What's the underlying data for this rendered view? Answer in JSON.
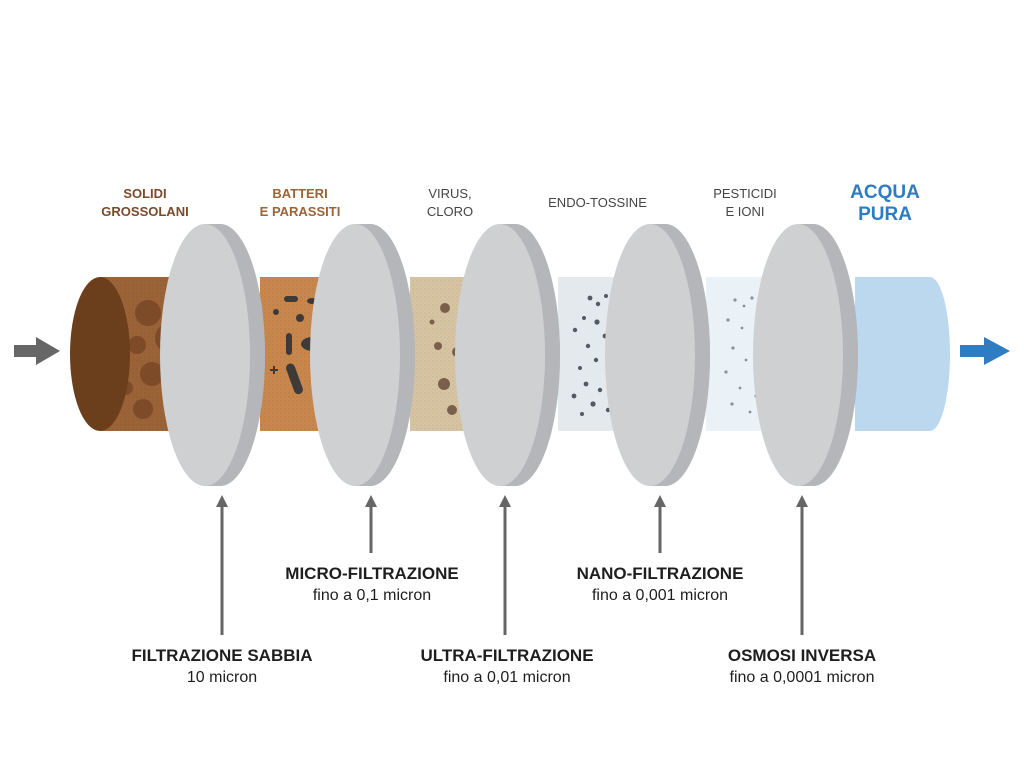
{
  "colors": {
    "background": "#ffffff",
    "disc_face": "#cfd0d2",
    "disc_rim": "#b5b6b9",
    "arrow": "#666666",
    "sediment": "#9b6438",
    "sediment_dark": "#6e3f1c",
    "bacteria_cyl": "#c8874d",
    "virus_cyl": "#d7c4a3",
    "endotoxin_cyl": "#e4e9ee",
    "pesticide_cyl": "#eaf2f8",
    "water_cyl": "#bcd8ef",
    "water_accent": "#2e7cc2",
    "brown_label": "#7a4b2a",
    "gray_label": "#444444"
  },
  "inflow_arrow_icon": "arrow-right-gray",
  "outflow_arrow_icon": "arrow-right-blue",
  "stage_labels": [
    {
      "id": "solidi",
      "lines": [
        "SOLIDI",
        "GROSSOLANI"
      ],
      "color_key": "brown_label"
    },
    {
      "id": "batteri",
      "lines": [
        "BATTERI",
        "E PARASSITI"
      ],
      "color_key": "sediment"
    },
    {
      "id": "virus",
      "lines": [
        "VIRUS,",
        "CLORO"
      ],
      "color_key": "gray_label"
    },
    {
      "id": "endo",
      "lines": [
        "ENDO-TOSSINE"
      ],
      "color_key": "gray_label"
    },
    {
      "id": "pesticidi",
      "lines": [
        "PESTICIDI",
        "E IONI"
      ],
      "color_key": "gray_label"
    },
    {
      "id": "acqua",
      "lines": [
        "ACQUA",
        "PURA"
      ],
      "color_key": "water_accent"
    }
  ],
  "filters": [
    {
      "id": "sabbia",
      "title": "FILTRAZIONE SABBIA",
      "subtitle": "10 micron"
    },
    {
      "id": "micro",
      "title": "MICRO-FILTRAZIONE",
      "subtitle": "fino a 0,1 micron"
    },
    {
      "id": "ultra",
      "title": "ULTRA-FILTRAZIONE",
      "subtitle": "fino a 0,01 micron"
    },
    {
      "id": "nano",
      "title": "NANO-FILTRAZIONE",
      "subtitle": "fino a 0,001 micron"
    },
    {
      "id": "osmosi",
      "title": "OSMOSI INVERSA",
      "subtitle": "fino a 0,0001 micron"
    }
  ]
}
